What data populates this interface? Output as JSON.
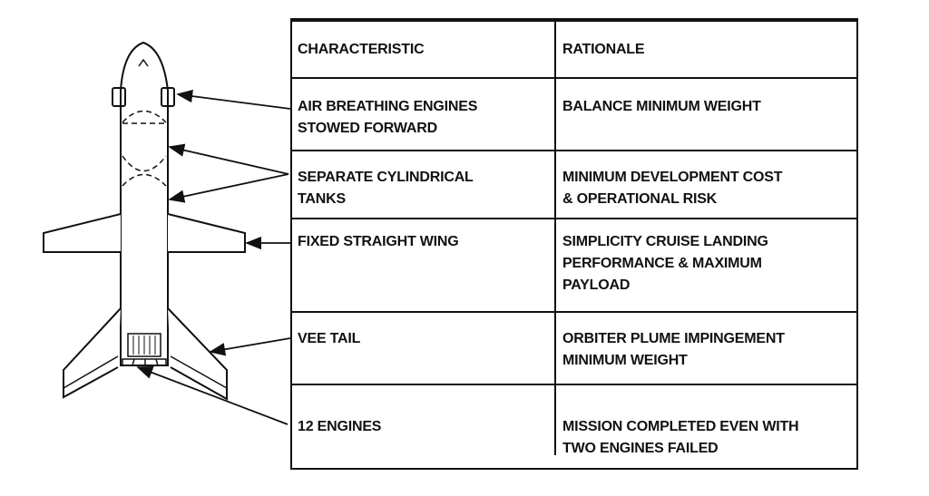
{
  "table": {
    "headers": [
      "CHARACTERISTIC",
      "RATIONALE"
    ],
    "rows": [
      {
        "characteristic": "AIR BREATHING ENGINES\nSTOWED FORWARD",
        "rationale": "BALANCE  MINIMUM WEIGHT"
      },
      {
        "characteristic": "SEPARATE CYLINDRICAL\nTANKS",
        "rationale": "MINIMUM DEVELOPMENT COST\n& OPERATIONAL RISK"
      },
      {
        "characteristic": "FIXED STRAIGHT WING",
        "rationale": "SIMPLICITY  CRUISE  LANDING\nPERFORMANCE  & MAXIMUM\nPAYLOAD"
      },
      {
        "characteristic": "VEE TAIL",
        "rationale": "ORBITER PLUME IMPINGEMENT\nMINIMUM  WEIGHT"
      },
      {
        "characteristic": "12 ENGINES",
        "rationale": "MISSION COMPLETED EVEN WITH\nTWO ENGINES  FAILED"
      }
    ]
  }
}
